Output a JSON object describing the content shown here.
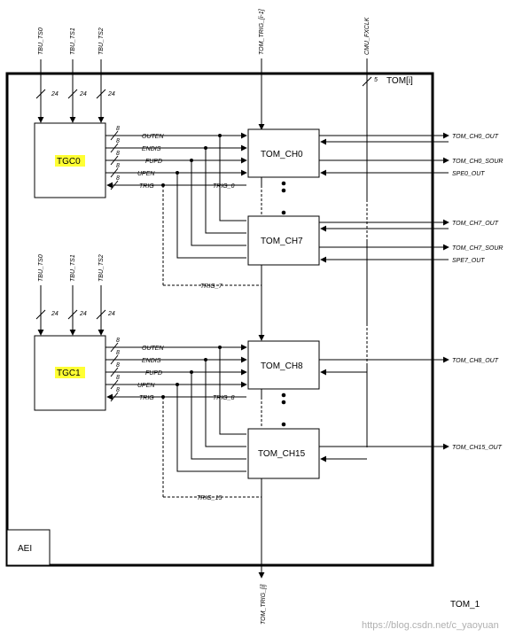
{
  "inputs_top": {
    "tbu_ts0": "TBU_TS0",
    "tbu_ts1": "TBU_TS1",
    "tbu_ts2": "TBU_TS2",
    "tom_trig_in": "TOM_TRIG_[i-1]",
    "cmu_fxclk": "CMU_FXCLK"
  },
  "tom_label": "TOM[i]",
  "bus_width_24": "24",
  "bus_width_8": "8",
  "bus_width_5": "5",
  "tgc0": "TGC0",
  "tgc1": "TGC1",
  "signals": {
    "outen": "OUTEN",
    "endis": "ENDIS",
    "fupd": "FUPD",
    "upen": "UPEN",
    "trig": "TRIG"
  },
  "trig_labels": {
    "trig_0": "TRIG_0",
    "trig_7": "TRIG_7",
    "trig_8": "TRIG_8",
    "trig_15": "TRIG_15"
  },
  "channels": {
    "ch0": "TOM_CH0",
    "ch7": "TOM_CH7",
    "ch8": "TOM_CH8",
    "ch15": "TOM_CH15"
  },
  "outputs": {
    "ch0_out": "TOM_CH0_OUT",
    "ch0_sour": "TOM_CH0_SOUR",
    "spe0_out": "SPE0_OUT",
    "ch7_out": "TOM_CH7_OUT",
    "ch7_sour": "TOM_CH7_SOUR",
    "spe7_out": "SPE7_OUT",
    "ch8_out": "TOM_CH8_OUT",
    "ch15_out": "TOM_CH15_OUT"
  },
  "aei": "AEI",
  "tom_trig_out": "TOM_TRIG_[i]",
  "caption": "TOM_1",
  "watermark": "https://blog.csdn.net/c_yaoyuan",
  "colors": {
    "highlight": "#ffff33",
    "line": "#000000"
  }
}
